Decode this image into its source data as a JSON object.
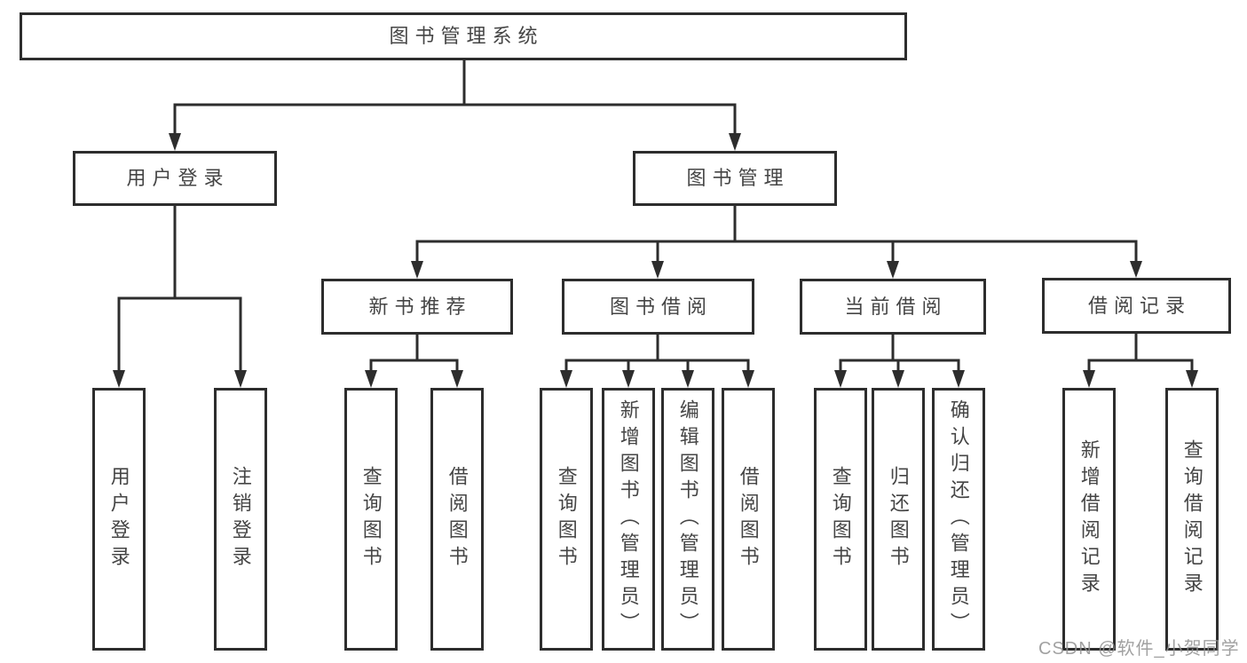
{
  "diagram": {
    "root": {
      "label": "图书管理系统"
    },
    "level2": [
      {
        "label": "用户登录"
      },
      {
        "label": "图书管理"
      }
    ],
    "level3": [
      {
        "label": "新书推荐"
      },
      {
        "label": "图书借阅"
      },
      {
        "label": "当前借阅"
      },
      {
        "label": "借阅记录"
      }
    ],
    "leaves": {
      "user_login": [
        "用户登录",
        "注销登录"
      ],
      "new_book": [
        "查询图书",
        "借阅图书"
      ],
      "book_borrow": [
        "查询图书",
        "新增图书（管理员）",
        "编辑图书（管理员）",
        "借阅图书"
      ],
      "current_borrow": [
        "查询图书",
        "归还图书",
        "确认归还（管理员）"
      ],
      "borrow_record": [
        "新增借阅记录",
        "查询借阅记录"
      ]
    },
    "colors": {
      "line": "#2d2d2d",
      "text": "#454545",
      "watermark": "#919191"
    },
    "watermark": "CSDN @软件_小贺同学"
  }
}
